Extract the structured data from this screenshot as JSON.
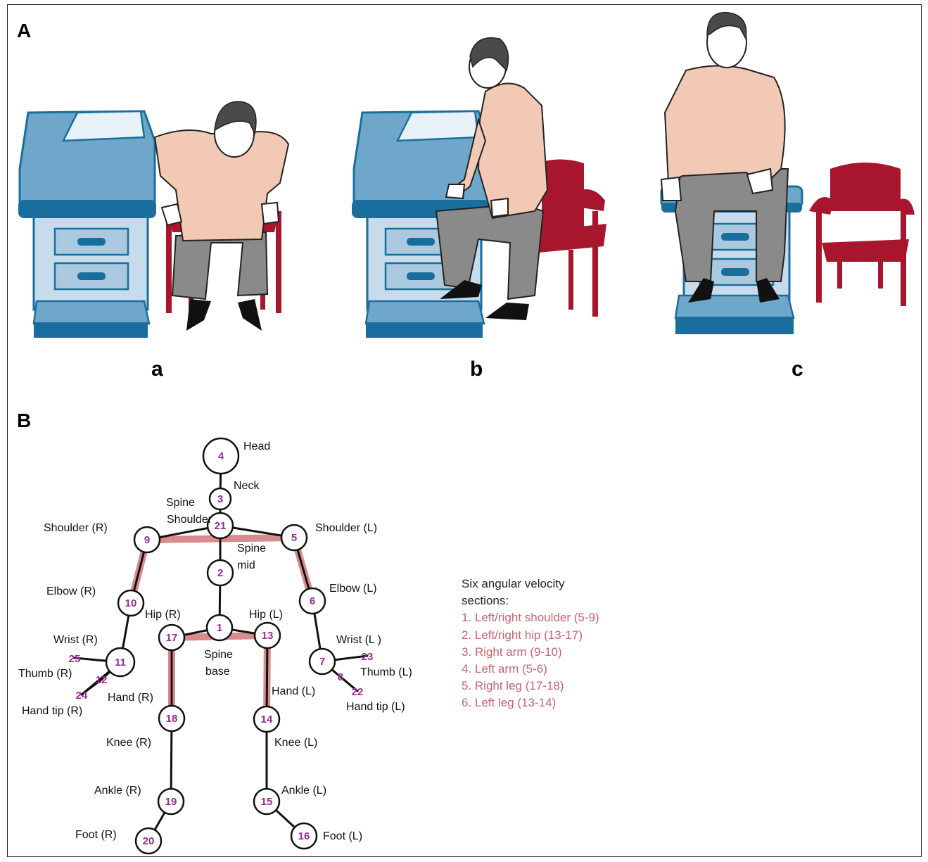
{
  "panels": {
    "A": "A",
    "B": "B",
    "subfigures": [
      "a",
      "b",
      "c"
    ]
  },
  "colors": {
    "table": "#6ea7c9",
    "table_dark": "#1a6e9e",
    "drawer": "#c6dcec",
    "chair": "#a8162e",
    "shirt": "#f2c9b5",
    "pants": "#8a8a8a",
    "joint_number": "#9b2c8f",
    "highlight": "#d98a8f",
    "legend_item": "#c9636f"
  },
  "joints": [
    {
      "id": "4",
      "label": "Head"
    },
    {
      "id": "3",
      "label": "Neck"
    },
    {
      "id": "21",
      "label": "Spine Shoulder",
      "label_lines": [
        "Spine",
        "Shoulder"
      ]
    },
    {
      "id": "9",
      "label": "Shoulder (R)"
    },
    {
      "id": "5",
      "label": "Shoulder (L)"
    },
    {
      "id": "2",
      "label": "Spine mid",
      "label_lines": [
        "Spine",
        "mid"
      ]
    },
    {
      "id": "10",
      "label": "Elbow (R)"
    },
    {
      "id": "6",
      "label": "Elbow (L)"
    },
    {
      "id": "1",
      "label": "Spine base",
      "label_lines": [
        "Spine",
        "base"
      ]
    },
    {
      "id": "17",
      "label": "Hip (R)"
    },
    {
      "id": "13",
      "label": "Hip (L)"
    },
    {
      "id": "11",
      "label": "Wrist (R)"
    },
    {
      "id": "7",
      "label": "Wrist (L )"
    },
    {
      "id": "12",
      "label": "Hand (R)"
    },
    {
      "id": "8",
      "label": "Hand (L)"
    },
    {
      "id": "25",
      "label": "Thumb (R)"
    },
    {
      "id": "23",
      "label": "Thumb (L)"
    },
    {
      "id": "24",
      "label": "Hand tip (R)"
    },
    {
      "id": "22",
      "label": "Hand tip  (L)"
    },
    {
      "id": "18",
      "label": "Knee (R)"
    },
    {
      "id": "14",
      "label": "Knee (L)"
    },
    {
      "id": "19",
      "label": "Ankle (R)"
    },
    {
      "id": "15",
      "label": "Ankle (L)"
    },
    {
      "id": "20",
      "label": "Foot (R)"
    },
    {
      "id": "16",
      "label": "Foot (L)"
    }
  ],
  "legend": {
    "title_lines": [
      "Six angular velocity",
      "sections:"
    ],
    "items": [
      "1. Left/right shoulder (5-9)",
      "2. Left/right hip (13-17)",
      "3. Right arm (9-10)",
      "4. Left arm (5-6)",
      "5. Right leg (17-18)",
      "6. Left leg (13-14)"
    ]
  }
}
